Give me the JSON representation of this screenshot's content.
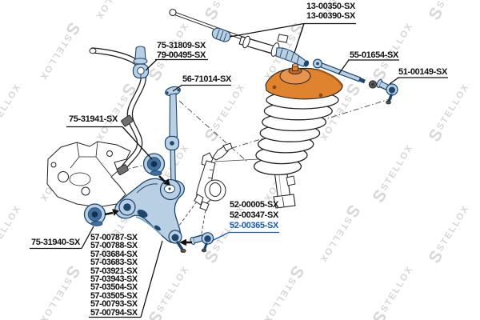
{
  "brand": {
    "watermark_text": "STELLOX",
    "watermark_glyph": "S"
  },
  "colors": {
    "highlight_blue": "#1b5cad",
    "part_blue": "#b9cfe4",
    "part_blue_dark": "#1e456b",
    "mount_orange": "#e0832f",
    "label_black": "#121212",
    "watermark_gray": "#d7d7d7"
  },
  "labels": {
    "g13": {
      "lines": [
        "13-00350-SX",
        "13-00390-SX"
      ]
    },
    "g75a": {
      "lines": [
        "75-31809-SX",
        "79-00495-SX"
      ]
    },
    "l56": "56-71014-SX",
    "l55": "55-01654-SX",
    "l51": "51-00149-SX",
    "l7541": "75-31941-SX",
    "l7540": "75-31940-SX",
    "g52": {
      "lines": [
        "52-00005-SX",
        "52-00347-SX"
      ],
      "highlighted": "52-00365-SX"
    },
    "g57": {
      "lines": [
        "57-00787-SX",
        "57-00788-SX",
        "57-03684-SX",
        "57-03683-SX",
        "57-03921-SX",
        "57-03943-SX",
        "57-03504-SX",
        "57-03505-SX",
        "57-00793-SX",
        "57-00794-SX"
      ]
    }
  }
}
